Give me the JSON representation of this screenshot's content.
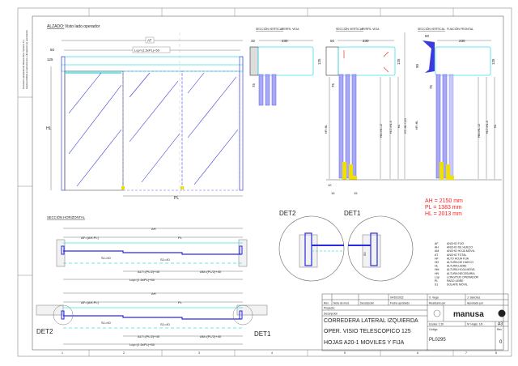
{
  "side_note": [
    "Documento propiedad de Manusa Door Systems S.L.",
    "Queda prohibida su reproducción o divulgación sin autorización"
  ],
  "elevation": {
    "title": "ALZADO:",
    "subtitle": "Visto lado operador",
    "dims": {
      "at": "AT",
      "lop": "Lop=(1.5xPL)+50",
      "top": "50",
      "band": "125",
      "hl": "HL",
      "pl": "PL"
    }
  },
  "sections": [
    {
      "title": "SECCIÓN VERTICAL",
      "subtitle": "PERFIL VIGA",
      "dims": [
        "32",
        "230",
        "125",
        "75"
      ]
    },
    {
      "title": "SECCIÓN VERTICAL",
      "subtitle": "PERFIL VIGA",
      "dims": [
        "50",
        "230",
        "125",
        "75",
        "HF=HL",
        "HM=HL-12",
        "HLT=HL-6",
        "HL",
        "HT=HL+125",
        "HF=HL",
        "10",
        "15",
        "15"
      ]
    },
    {
      "title": "SECCIÓN VERTICAL",
      "subtitle": "FIJACIÓN FRONTAL",
      "dims": [
        "50",
        "230",
        "125",
        "90",
        "75",
        "HM=HL-12",
        "HLT=HL-6",
        "HL"
      ]
    }
  ],
  "results": [
    "AH = 2150 mm",
    "PL = 1383 mm",
    "HL = 2013 mm"
  ],
  "results_color": "#ff2020",
  "details": {
    "det2": "DET2",
    "det1": "DET1",
    "dim": "53"
  },
  "horizontal": {
    "title": "SECCIÓN HORIZONTAL",
    "dims": {
      "ah": "AH",
      "af": "AF=(AH-PL)",
      "pl": "PL",
      "s1": "S1=40",
      "alt": "ALT=(PL/2)+40",
      "am": "AM=(PL/2)+40",
      "lop": "Lop=(1.5xPL)+50"
    },
    "det2": "DET2",
    "det1": "DET1"
  },
  "legend": [
    [
      "AF",
      "ANCHO FIJO"
    ],
    [
      "AH",
      "ANCHO DE HUECO"
    ],
    [
      "AM",
      "ANCHO HOJA MÓVIL"
    ],
    [
      "AT",
      "ANCHO TOTAL"
    ],
    [
      "HF",
      "ALTO HOJA FIJA"
    ],
    [
      "HH",
      "ALTURA DE HUECO"
    ],
    [
      "HL",
      "ALTURA LIBRE"
    ],
    [
      "HM",
      "ALTURA HOJA MÓVIL"
    ],
    [
      "HN",
      "ALTURA NECESARIA"
    ],
    [
      "Lop",
      "LONGITUD OPERADOR"
    ],
    [
      "PL",
      "PASO LIBRE"
    ],
    [
      "S1",
      "SOLAPE MÓVIL"
    ]
  ],
  "title_block": {
    "date": "04/10/2022",
    "drawn_by": "X. Vega",
    "approved_by": "J. Sanchez",
    "headers": [
      "Rev.",
      "Nota de mod.",
      "Descripción",
      "Fecha aprobado",
      "Realizado por",
      "Aprobado por"
    ],
    "project_label": "Proyecto:",
    "description_label": "Descripción",
    "description": [
      "CORREDERA LATERAL IZQUIERDA",
      "OPER. VISIO TELESCOPICO 125",
      "HOJAS A20-1 MOVILES Y FIJA"
    ],
    "brand": "manusa",
    "scale": "Escala: 1:20",
    "sheets": "Nº Hojas:  1/6",
    "format": "A3",
    "code_label": "Código",
    "code": "PL0295",
    "rev_label": "Rev.",
    "rev": "0"
  },
  "grid_marks": [
    "1",
    "2",
    "3",
    "4",
    "5",
    "6",
    "7",
    "8"
  ]
}
